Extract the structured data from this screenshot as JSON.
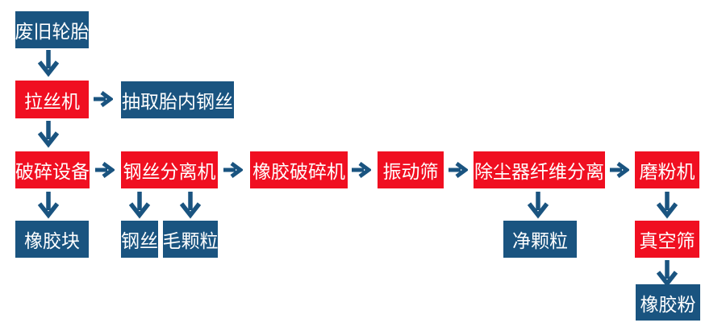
{
  "colors": {
    "red": "#f00f21",
    "blue": "#1a5480",
    "arrow": "#1a5480",
    "text": "#ffffff",
    "bg": "#ffffff"
  },
  "diagram": {
    "type": "process-flowchart",
    "subject": "waste tire rubber powder production line"
  },
  "nodes": {
    "waste_tire": {
      "label": "废旧轮胎"
    },
    "wire_drawing_machine": {
      "label": "拉丝机"
    },
    "extract_tire_steel_wire": {
      "label": "抽取胎内钢丝"
    },
    "crushing_equipment": {
      "label": "破碎设备"
    },
    "steel_wire_separator": {
      "label": "钢丝分离机"
    },
    "rubber_crusher": {
      "label": "橡胶破碎机"
    },
    "vibrating_screen": {
      "label": "振动筛"
    },
    "dust_fiber_separator": {
      "label": "除尘器纤维分离"
    },
    "grinding_machine": {
      "label": "磨粉机"
    },
    "rubber_block": {
      "label": "橡胶块"
    },
    "steel_wire": {
      "label": "钢丝"
    },
    "hairy_granules": {
      "label": "毛颗粒"
    },
    "clean_granules": {
      "label": "净颗粒"
    },
    "vacuum_screen": {
      "label": "真空筛"
    },
    "rubber_powder": {
      "label": "橡胶粉"
    }
  },
  "edges": [
    {
      "from": "waste_tire",
      "to": "wire_drawing_machine",
      "direction": "down"
    },
    {
      "from": "wire_drawing_machine",
      "to": "extract_tire_steel_wire",
      "direction": "right"
    },
    {
      "from": "wire_drawing_machine",
      "to": "crushing_equipment",
      "direction": "down"
    },
    {
      "from": "crushing_equipment",
      "to": "steel_wire_separator",
      "direction": "right"
    },
    {
      "from": "crushing_equipment",
      "to": "rubber_block",
      "direction": "down"
    },
    {
      "from": "steel_wire_separator",
      "to": "steel_wire",
      "direction": "down"
    },
    {
      "from": "steel_wire_separator",
      "to": "hairy_granules",
      "direction": "down"
    },
    {
      "from": "steel_wire_separator",
      "to": "rubber_crusher",
      "direction": "right"
    },
    {
      "from": "rubber_crusher",
      "to": "vibrating_screen",
      "direction": "right"
    },
    {
      "from": "vibrating_screen",
      "to": "dust_fiber_separator",
      "direction": "right"
    },
    {
      "from": "dust_fiber_separator",
      "to": "clean_granules",
      "direction": "down"
    },
    {
      "from": "dust_fiber_separator",
      "to": "grinding_machine",
      "direction": "right"
    },
    {
      "from": "grinding_machine",
      "to": "vacuum_screen",
      "direction": "down"
    },
    {
      "from": "vacuum_screen",
      "to": "rubber_powder",
      "direction": "down"
    }
  ]
}
